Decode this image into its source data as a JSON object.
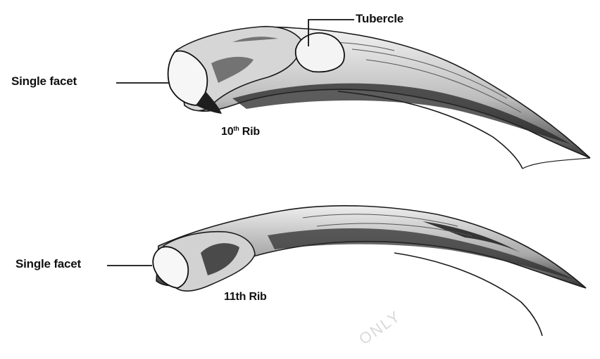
{
  "labels": {
    "tubercle": "Tubercle",
    "single_facet_top": "Single facet",
    "single_facet_bottom": "Single facet",
    "rib10_number": "10",
    "rib10_suffix": "th",
    "rib10_word": "Rib",
    "rib11": "11th Rib",
    "watermark": "ONLY"
  },
  "colors": {
    "ink": "#111111",
    "bone_dark": "#2b2b2b",
    "bone_mid": "#8a8a8a",
    "bone_light": "#f4f4f4",
    "watermark": "#d9d9d9"
  }
}
